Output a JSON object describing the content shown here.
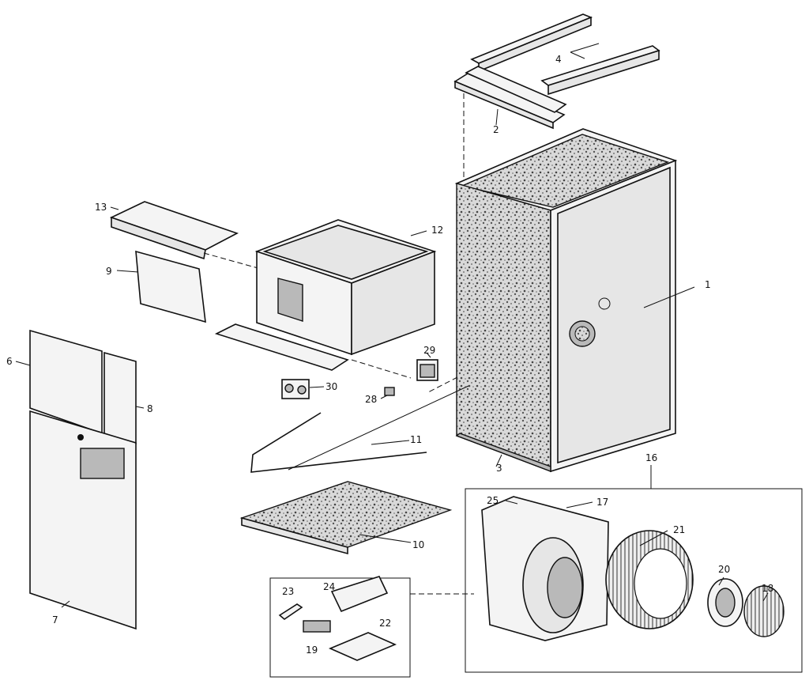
{
  "diagram": {
    "part_labels": [
      "1",
      "2",
      "3",
      "4",
      "6",
      "7",
      "8",
      "9",
      "10",
      "11",
      "12",
      "13",
      "16",
      "17",
      "18",
      "19",
      "20",
      "21",
      "22",
      "23",
      "24",
      "25",
      "28",
      "29",
      "30"
    ],
    "icons": [
      "cabinet",
      "top-rails",
      "heat-exchanger",
      "front-panels",
      "filter",
      "blower-assembly",
      "blower-wheel",
      "motor",
      "motor-mount",
      "control-box",
      "transformer",
      "gas-valve",
      "rod"
    ]
  },
  "labels": {
    "p1": "1",
    "p2": "2",
    "p3": "3",
    "p4": "4",
    "p6": "6",
    "p7": "7",
    "p8": "8",
    "p9": "9",
    "p10": "10",
    "p11": "11",
    "p12": "12",
    "p13": "13",
    "p16": "16",
    "p17": "17",
    "p18": "18",
    "p19": "19",
    "p20": "20",
    "p21": "21",
    "p22": "22",
    "p23": "23",
    "p24": "24",
    "p25": "25",
    "p28": "28",
    "p29": "29",
    "p30": "30"
  }
}
